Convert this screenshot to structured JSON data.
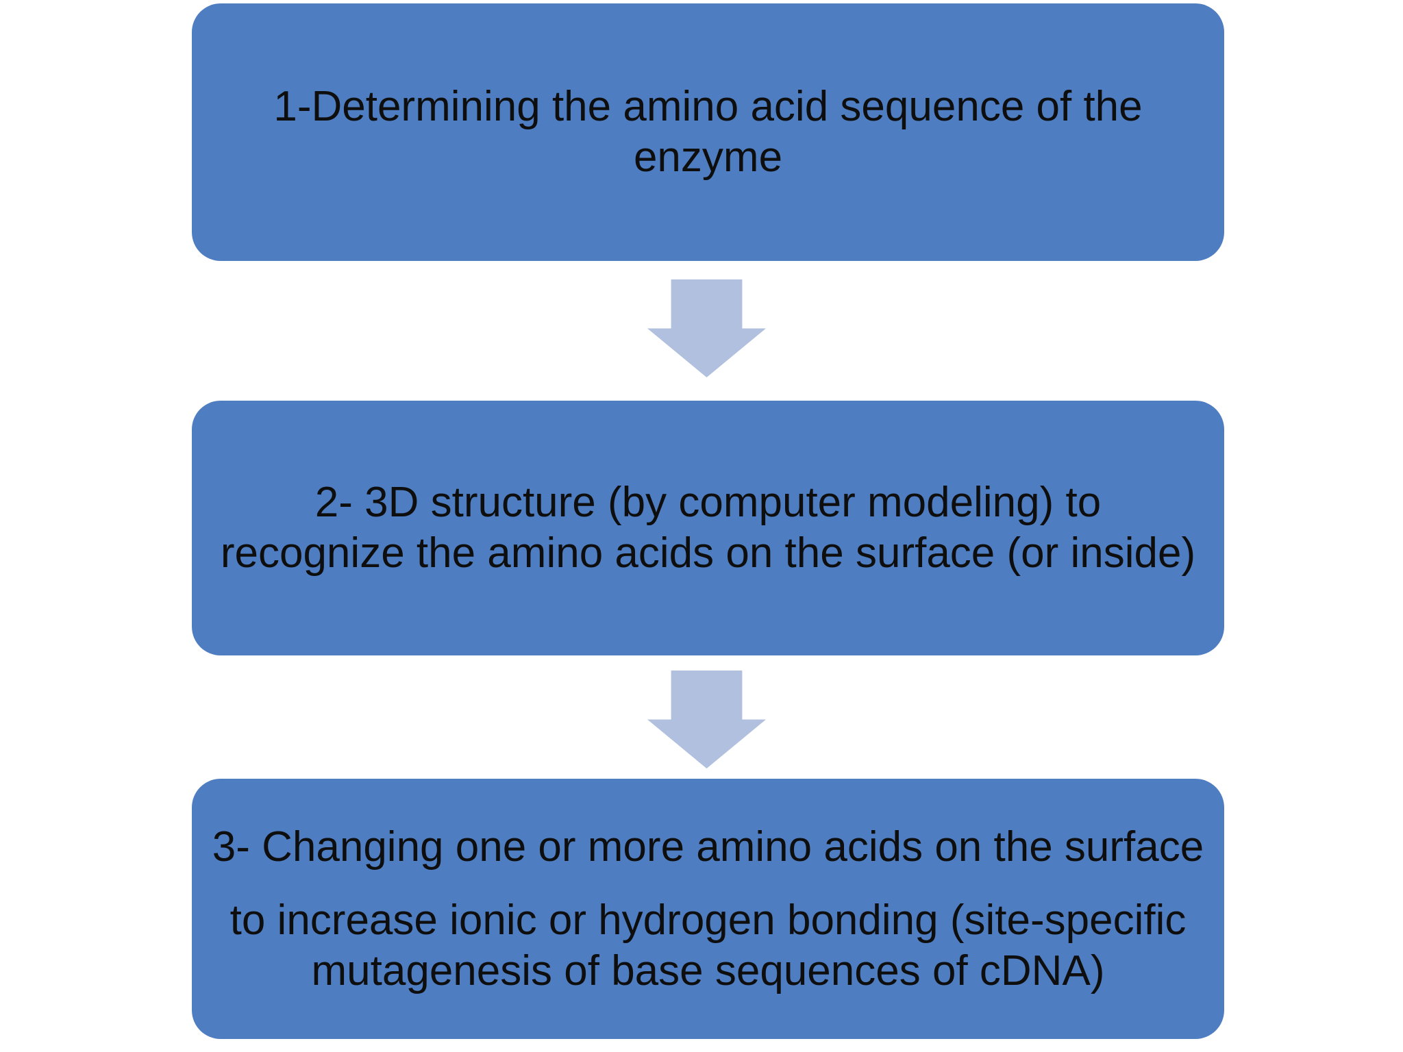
{
  "colors": {
    "background": "#ffffff",
    "box_fill": "#4e7ec1",
    "arrow_fill": "#b0c0de",
    "text": "#0e0e0e"
  },
  "steps": [
    {
      "id": "step-1",
      "full_text": "1-Determining the amino acid sequence of the enzyme",
      "lines": [
        "1-Determining the amino acid sequence of the",
        "enzyme"
      ]
    },
    {
      "id": "step-2",
      "full_text": "2- 3D structure (by computer modeling) to recognize the amino acids on the surface (or inside)",
      "lines": [
        "2- 3D structure (by computer modeling) to",
        "recognize the amino acids on the surface (or inside)"
      ]
    },
    {
      "id": "step-3",
      "full_text": "3- Changing one or more amino acids on the surface to increase ionic or hydrogen bonding (site-specific mutagenesis of base sequences of cDNA)",
      "paragraphs": [
        [
          "3- Changing one or more amino acids on the surface"
        ],
        [
          "to increase ionic or hydrogen bonding (site-specific",
          "mutagenesis of base sequences of cDNA)"
        ]
      ]
    }
  ],
  "connectors": [
    {
      "id": "arrow-1",
      "direction": "down"
    },
    {
      "id": "arrow-2",
      "direction": "down"
    }
  ]
}
